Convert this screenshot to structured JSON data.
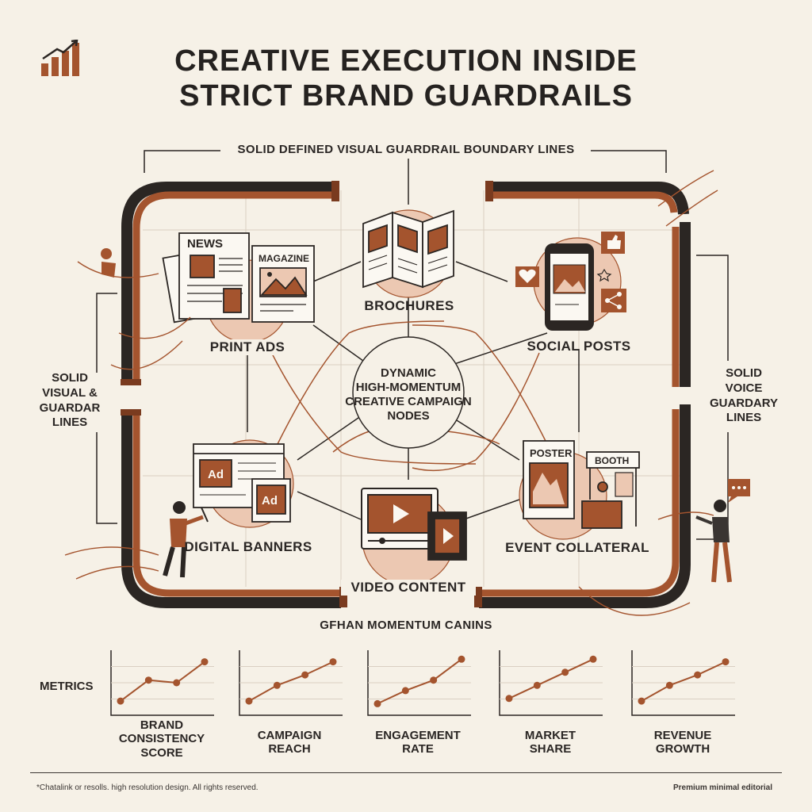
{
  "header": {
    "title_line1": "CREATIVE EXECUTION INSIDE",
    "title_line2": "STRICT BRAND GUARDRAILS"
  },
  "guardrail": {
    "top_label": "SOLID DEFINED VISUAL GUARDRAIL BOUNDARY LINES",
    "left_label_lines": [
      "SOLID",
      "VISUAL &",
      "GUARDAR",
      "LINES"
    ],
    "right_label_lines": [
      "SOLID",
      "VOICE",
      "GUARDARY",
      "LINES"
    ],
    "bottom_caption": "GFHAN MOMENTUM CANINS"
  },
  "center_node": {
    "lines": [
      "DYNAMIC",
      "HIGH-MOMENTUM",
      "CREATIVE CAMPAIGN",
      "NODES"
    ]
  },
  "nodes": {
    "print_ads": {
      "label": "PRINT ADS",
      "icon_text_news": "NEWS",
      "icon_text_magazine": "MAGAZINE"
    },
    "brochures": {
      "label": "BROCHURES"
    },
    "social_posts": {
      "label": "SOCIAL POSTS"
    },
    "digital_banners": {
      "label": "DIGITAL BANNERS",
      "ad_text_1": "Ad",
      "ad_text_2": "Ad"
    },
    "video_content": {
      "label": "VIDEO CONTENT"
    },
    "event_collateral": {
      "label": "EVENT COLLATERAL",
      "poster_text": "POSTER",
      "booth_text": "BOOTH"
    }
  },
  "metrics": {
    "heading": "METRICS",
    "items": [
      {
        "label_lines": [
          "BRAND",
          "CONSISTENCY",
          "SCORE"
        ],
        "trend": [
          0.15,
          0.55,
          0.5,
          0.9
        ]
      },
      {
        "label_lines": [
          "CAMPAIGN",
          "REACH"
        ],
        "trend": [
          0.15,
          0.45,
          0.65,
          0.9
        ]
      },
      {
        "label_lines": [
          "ENGAGEMENT",
          "RATE"
        ],
        "trend": [
          0.1,
          0.35,
          0.55,
          0.95
        ]
      },
      {
        "label_lines": [
          "MARKET",
          "SHARE"
        ],
        "trend": [
          0.2,
          0.45,
          0.7,
          0.95
        ]
      },
      {
        "label_lines": [
          "REVENUE",
          "GROWTH"
        ],
        "trend": [
          0.15,
          0.45,
          0.65,
          0.9
        ]
      }
    ]
  },
  "footer": {
    "left": "*Chatalink or resolls. high resolution design. All rights reserved.",
    "right": "Premium minimal editorial"
  },
  "colors": {
    "background": "#f6f1e7",
    "accent_rust": "#a4542e",
    "accent_blush": "#ecc8b2",
    "ink": "#2b2623"
  },
  "icons": [
    "growth-logo-icon",
    "newspaper-icon",
    "magazine-icon",
    "brochure-icon",
    "smartphone-icon",
    "heart-icon",
    "thumbs-up-icon",
    "share-icon",
    "browser-banner-icon",
    "video-player-icon",
    "film-strip-icon",
    "poster-icon",
    "booth-icon",
    "speech-bubble-icon"
  ]
}
